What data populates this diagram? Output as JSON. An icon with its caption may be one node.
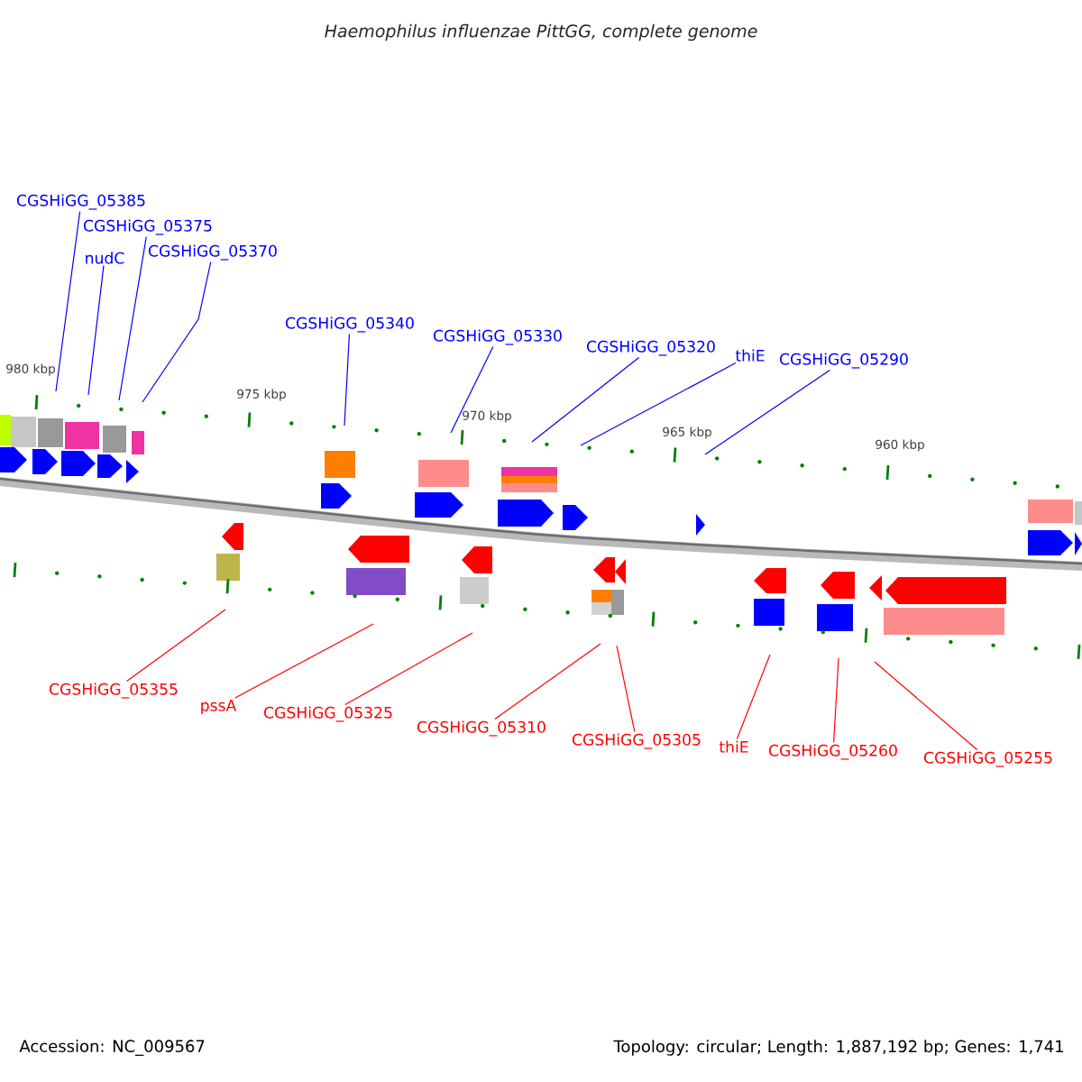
{
  "diagram": {
    "title": "Haemophilus influenzae PittGG, complete genome",
    "nodes": [
      {
        "text": [
          "CGSHiGG_05385"
        ]
      },
      {
        "text": [
          "CGSHiGG_05375"
        ]
      },
      {
        "text": [
          "nudC"
        ]
      },
      {
        "text": [
          "CGSHiGG_05370"
        ]
      },
      {
        "text": [
          "CGSHiGG_05340"
        ]
      },
      {
        "text": [
          "CGSHiGG_05330"
        ]
      },
      {
        "text": [
          "CGSHiGG_05320"
        ]
      },
      {
        "text": [
          "thiE"
        ]
      },
      {
        "text": [
          "CGSHiGG_05290"
        ]
      },
      {
        "text": [
          "CGSHiGG_05355"
        ]
      },
      {
        "text": [
          "pssA"
        ]
      },
      {
        "text": [
          "CGSHiGG_05325"
        ]
      },
      {
        "text": [
          "CGSHiGG_05310"
        ]
      },
      {
        "text": [
          "CGSHiGG_05305"
        ]
      },
      {
        "text": [
          "thiE"
        ]
      },
      {
        "text": [
          "CGSHiGG_05260"
        ]
      },
      {
        "text": [
          "CGSHiGG_05255"
        ]
      }
    ],
    "edges": [
      {
        "from": 0,
        "to": null,
        "arrow": "none",
        "color": "#0000ff"
      },
      {
        "from": 1,
        "to": null,
        "arrow": "none",
        "color": "#0000ff"
      },
      {
        "from": 2,
        "to": null,
        "arrow": "none",
        "color": "#0000ff"
      },
      {
        "from": 3,
        "to": null,
        "arrow": "none",
        "color": "#0000ff"
      },
      {
        "from": 4,
        "to": null,
        "arrow": "none",
        "color": "#0000ff"
      },
      {
        "from": 5,
        "to": null,
        "arrow": "none",
        "color": "#0000ff"
      },
      {
        "from": 6,
        "to": null,
        "arrow": "none",
        "color": "#0000ff"
      },
      {
        "from": 7,
        "to": null,
        "arrow": "none",
        "color": "#0000ff"
      },
      {
        "from": 8,
        "to": null,
        "arrow": "none",
        "color": "#0000ff"
      },
      {
        "from": 9,
        "to": null,
        "arrow": "none",
        "color": "#ff0000"
      },
      {
        "from": 10,
        "to": null,
        "arrow": "none",
        "color": "#ff0000"
      },
      {
        "from": 11,
        "to": null,
        "arrow": "none",
        "color": "#ff0000"
      },
      {
        "from": 12,
        "to": null,
        "arrow": "none",
        "color": "#ff0000"
      },
      {
        "from": 13,
        "to": null,
        "arrow": "none",
        "color": "#ff0000"
      },
      {
        "from": 14,
        "to": null,
        "arrow": "none",
        "color": "#ff0000"
      },
      {
        "from": 15,
        "to": null,
        "arrow": "none",
        "color": "#ff0000"
      },
      {
        "from": 16,
        "to": null,
        "arrow": "none",
        "color": "#ff0000"
      }
    ],
    "labels": [
      "980 kbp",
      "975 kbp",
      "970 kbp",
      "965 kbp",
      "960 kbp",
      "Accession: NC_009567",
      "Topology: circular; Length: 1,887,192 bp; Genes: 1,741"
    ]
  }
}
